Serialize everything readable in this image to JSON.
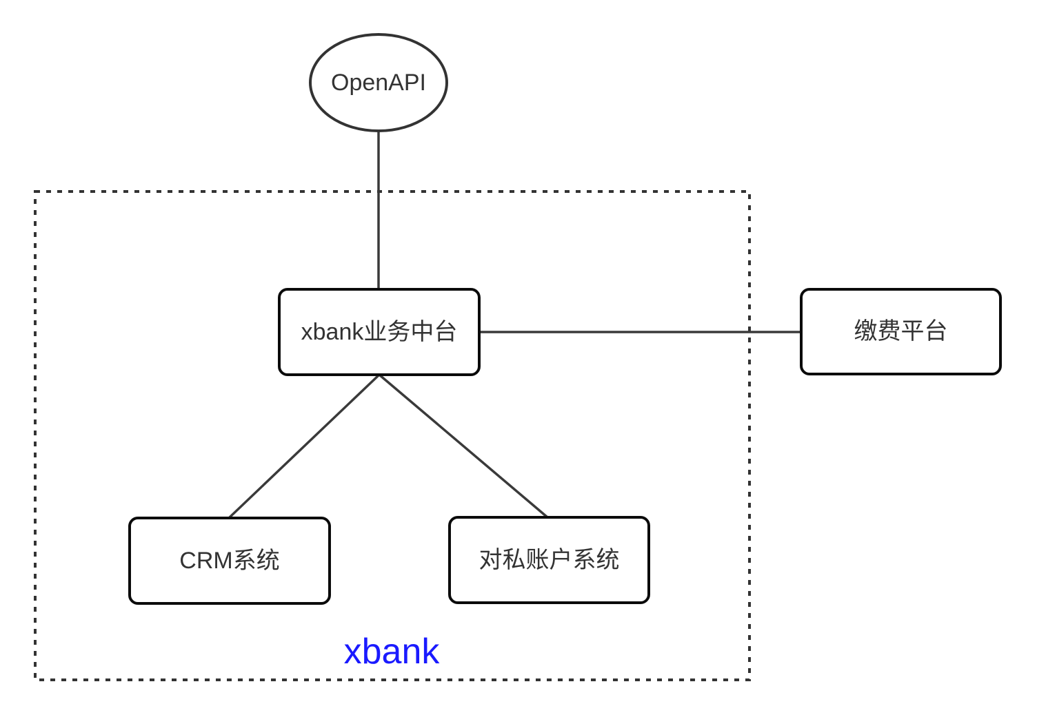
{
  "diagram": {
    "nodes": {
      "openapi": {
        "label": "OpenAPI",
        "shape": "ellipse"
      },
      "xbank_platform": {
        "label": "xbank业务中台",
        "shape": "rounded-rect"
      },
      "payment_platform": {
        "label": "缴费平台",
        "shape": "rounded-rect"
      },
      "crm_system": {
        "label": "CRM系统",
        "shape": "rounded-rect"
      },
      "personal_account_system": {
        "label": "对私账户系统",
        "shape": "rounded-rect"
      }
    },
    "group": {
      "label": "xbank",
      "style": "dotted-boundary"
    },
    "edges": [
      {
        "from": "OpenAPI",
        "to": "xbank业务中台"
      },
      {
        "from": "xbank业务中台",
        "to": "缴费平台"
      },
      {
        "from": "xbank业务中台",
        "to": "CRM系统"
      },
      {
        "from": "xbank业务中台",
        "to": "对私账户系统"
      }
    ]
  },
  "colors": {
    "background": "#FFFFFF",
    "connector": "#3A3A3A",
    "group_border": "#333333",
    "node_border": "#0B0B0B",
    "label_text": "#333333",
    "group_label": "#1A1AFF"
  }
}
